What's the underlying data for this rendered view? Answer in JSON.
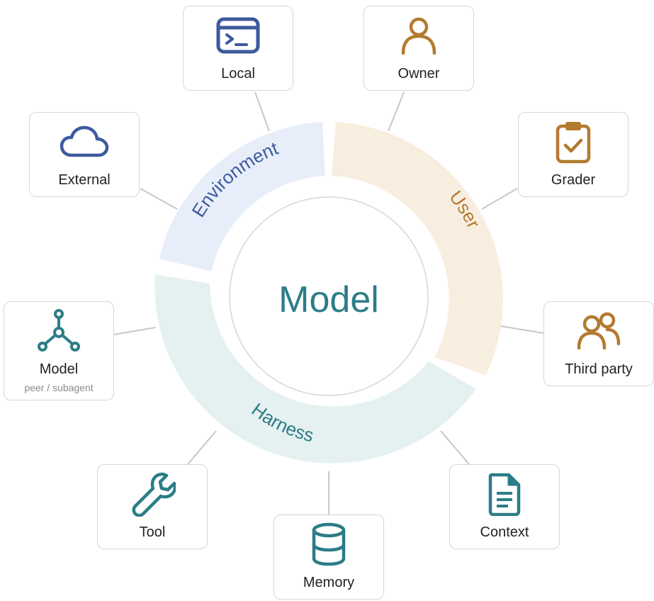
{
  "center": {
    "label": "Model"
  },
  "segments": {
    "environment": {
      "label": "Environment"
    },
    "user": {
      "label": "User"
    },
    "harness": {
      "label": "Harness"
    }
  },
  "nodes": {
    "local": {
      "label": "Local",
      "icon": "terminal-icon"
    },
    "owner": {
      "label": "Owner",
      "icon": "person-icon"
    },
    "grader": {
      "label": "Grader",
      "icon": "clipboard-check-icon"
    },
    "external": {
      "label": "External",
      "icon": "cloud-icon"
    },
    "third_party": {
      "label": "Third party",
      "icon": "people-icon"
    },
    "model_peer": {
      "label": "Model",
      "sublabel": "peer / subagent",
      "icon": "network-icon"
    },
    "tool": {
      "label": "Tool",
      "icon": "wrench-icon"
    },
    "memory": {
      "label": "Memory",
      "icon": "database-icon"
    },
    "context": {
      "label": "Context",
      "icon": "document-icon"
    }
  },
  "colors": {
    "environment": "#3d5a9e",
    "environment_fill": "#e8eef9",
    "user": "#b47a30",
    "user_fill": "#f7eedf",
    "harness": "#2b7d86",
    "harness_fill": "#e5f1f1",
    "connector": "#c8c8c8",
    "card_border": "#d6d6d6"
  }
}
